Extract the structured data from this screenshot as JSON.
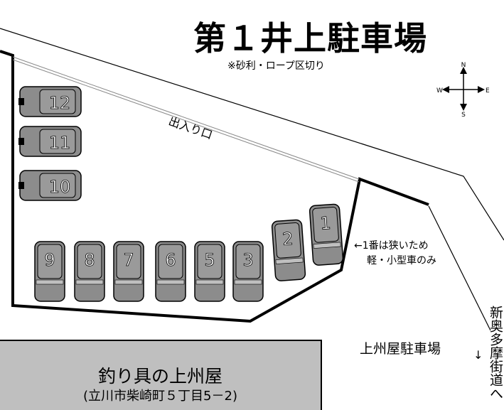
{
  "title": "第１井上駐車場",
  "note": "※砂利・ロープ区切り",
  "compass": {
    "n": "N",
    "s": "S",
    "e": "E",
    "w": "W"
  },
  "entrance_label": "出入り口",
  "spot_note": {
    "line1": "←1番は狭いため",
    "line2": "軽・小型車のみ"
  },
  "neighbor_parking": "上州屋駐車場",
  "neighbor_arrow": "↓",
  "road_label": "新奥多摩街道へ",
  "shop": {
    "name": "釣り具の上州屋",
    "address": "(立川市柴崎町５丁目5－2)"
  },
  "parking_spots": [
    "12",
    "11",
    "10",
    "9",
    "8",
    "7",
    "6",
    "5",
    "3",
    "2",
    "1"
  ],
  "colors": {
    "car_fill": "#8c8c8c",
    "car_detail": "#bfbfbf",
    "shop_fill": "#bfbfbf",
    "line": "#000000"
  }
}
